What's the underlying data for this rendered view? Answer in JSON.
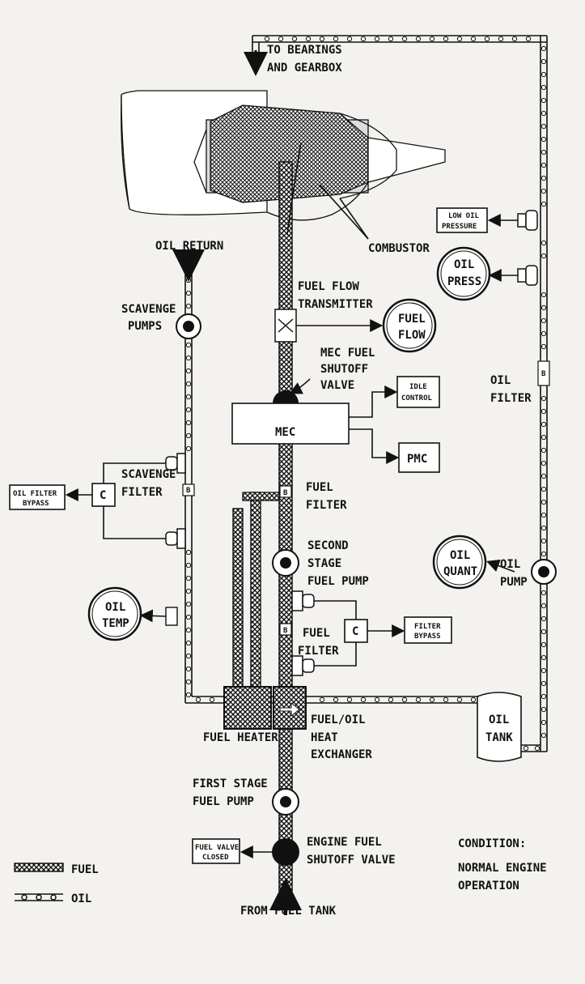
{
  "labels": {
    "to_bearings_1": "TO BEARINGS",
    "to_bearings_2": "AND GEARBOX",
    "oil_return": "OIL RETURN",
    "combustor": "COMBUSTOR",
    "scavenge_pumps_1": "SCAVENGE",
    "scavenge_pumps_2": "PUMPS",
    "fuel_flow_transmitter_1": "FUEL FLOW",
    "fuel_flow_transmitter_2": "TRANSMITTER",
    "mec_fuel_shutoff_1": "MEC FUEL",
    "mec_fuel_shutoff_2": "SHUTOFF",
    "mec_fuel_shutoff_3": "VALVE",
    "mec": "MEC",
    "pmc": "PMC",
    "idle_control_1": "IDLE",
    "idle_control_2": "CONTROL",
    "low_oil_pressure_1": "LOW OIL",
    "low_oil_pressure_2": "PRESSURE",
    "oil_filter_right_1": "OIL",
    "oil_filter_right_2": "FILTER",
    "scavenge_filter_1": "SCAVENGE",
    "scavenge_filter_2": "FILTER",
    "oil_filter_bypass_1": "OIL FILTER",
    "oil_filter_bypass_2": "BYPASS",
    "c_left": "C",
    "c_right": "C",
    "fuel_filter_upper_1": "FUEL",
    "fuel_filter_upper_2": "FILTER",
    "second_stage_1": "SECOND",
    "second_stage_2": "STAGE",
    "second_stage_3": "FUEL PUMP",
    "fuel_filter_lower_1": "FUEL",
    "fuel_filter_lower_2": "FILTER",
    "filter_bypass_1": "FILTER",
    "filter_bypass_2": "BYPASS",
    "oil_pump_1": "OIL",
    "oil_pump_2": "PUMP",
    "oil_tank_1": "OIL",
    "oil_tank_2": "TANK",
    "fuel_heater": "FUEL HEATER",
    "fuel_oil_hx_1": "FUEL/OIL",
    "fuel_oil_hx_2": "HEAT",
    "fuel_oil_hx_3": "EXCHANGER",
    "first_stage_1": "FIRST STAGE",
    "first_stage_2": "FUEL PUMP",
    "engine_fuel_shutoff_1": "ENGINE FUEL",
    "engine_fuel_shutoff_2": "SHUTOFF VALVE",
    "fuel_valve_closed_1": "FUEL VALVE",
    "fuel_valve_closed_2": "CLOSED",
    "from_fuel_tank": "FROM FUEL TANK",
    "condition_1": "CONDITION:",
    "condition_2": "NORMAL ENGINE",
    "condition_3": "OPERATION",
    "legend_fuel": "FUEL",
    "legend_oil": "OIL",
    "filter_b": "B"
  },
  "gauges": {
    "fuel_flow_1": "FUEL",
    "fuel_flow_2": "FLOW",
    "oil_press_1": "OIL",
    "oil_press_2": "PRESS",
    "oil_quant_1": "OIL",
    "oil_quant_2": "QUANT",
    "oil_temp_1": "OIL",
    "oil_temp_2": "TEMP"
  }
}
